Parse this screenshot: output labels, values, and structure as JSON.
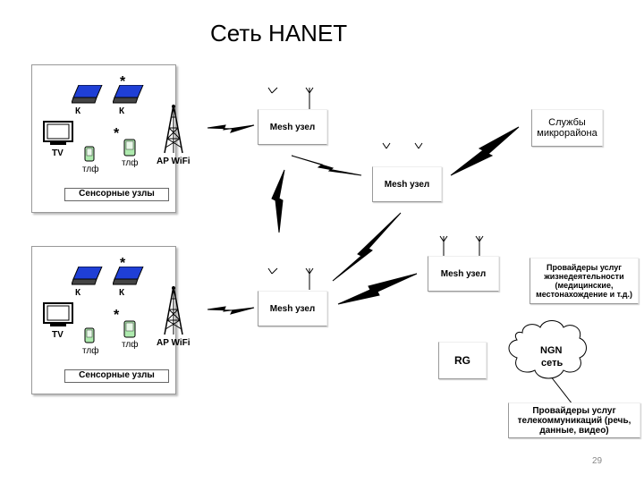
{
  "title": "Сеть HANET",
  "page_number": "29",
  "home_units": [
    {
      "laptop_label_1": "К",
      "laptop_label_2": "К",
      "tv_label": "TV",
      "phone_label_1": "тлф",
      "phone_label_2": "тлф",
      "ap_label": "AP WiFi",
      "sensor_label": "Сенсорные узлы",
      "star": "*"
    },
    {
      "laptop_label_1": "К",
      "laptop_label_2": "К",
      "tv_label": "TV",
      "phone_label_1": "тлф",
      "phone_label_2": "тлф",
      "ap_label": "AP WiFi",
      "sensor_label": "Сенсорные узлы",
      "star": "*"
    }
  ],
  "mesh_nodes": [
    "Mesh узел",
    "Mesh узел",
    "Mesh узел",
    "Mesh узел"
  ],
  "services_box": "Службы микрорайона",
  "providers_life": "Провайдеры услуг жизнедеятельности (медицинские, местонахождение и т.д.)",
  "rg_label": "RG",
  "ngn_label_1": "NGN",
  "ngn_label_2": "сеть",
  "providers_telecom": "Провайдеры услуг телекоммуникаций (речь, данные, видео)"
}
